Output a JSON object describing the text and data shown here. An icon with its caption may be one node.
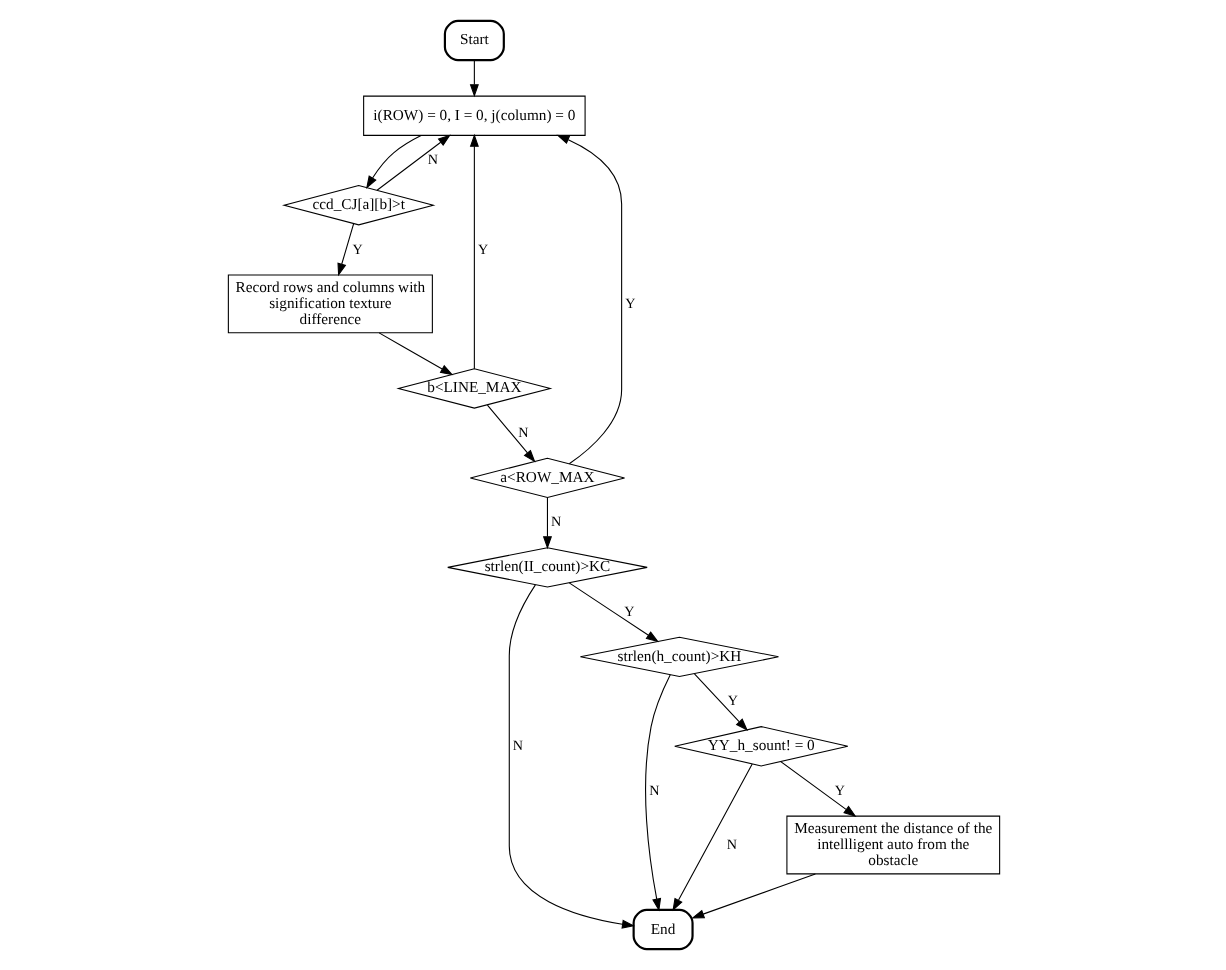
{
  "diagram": {
    "nodes": [
      {
        "text": [
          "Start"
        ]
      },
      {
        "text": [
          "i(ROW) = 0, I = 0, j(column) = 0"
        ]
      },
      {
        "text": [
          "ccd_CJ[a][b]>t"
        ]
      },
      {
        "text": [
          "Record rows and columns with signification texture difference"
        ]
      },
      {
        "text": [
          "b<LINE_MAX"
        ]
      },
      {
        "text": [
          "a<ROW_MAX"
        ]
      },
      {
        "text": [
          "End"
        ]
      },
      {
        "text": [
          "Measurement the distance of the intellligent auto from the obstacle"
        ]
      },
      {
        "text": [
          "YY_h_sount! = 0"
        ]
      },
      {
        "text": [
          "strlen(h_count)>KH"
        ]
      },
      {
        "text": [
          "strlen(II_count)>KC"
        ]
      }
    ],
    "edges": [
      {
        "from": 0,
        "to": 1,
        "arrow": "to"
      },
      {
        "from": 1,
        "to": 2,
        "arrow": "to"
      },
      {
        "from": 2,
        "to": 3,
        "arrow": "to",
        "label": "Y"
      },
      {
        "from": 2,
        "to": 1,
        "arrow": "to",
        "label": "N"
      },
      {
        "from": 3,
        "to": 4,
        "arrow": "to"
      },
      {
        "from": 4,
        "to": 1,
        "arrow": "to",
        "label": "Y"
      },
      {
        "from": 4,
        "to": 5,
        "arrow": "to",
        "label": "N"
      },
      {
        "from": 5,
        "to": 1,
        "arrow": "to",
        "label": "Y"
      },
      {
        "from": 5,
        "to": 10,
        "arrow": "to",
        "label": "N"
      },
      {
        "from": 10,
        "to": 9,
        "arrow": "to",
        "label": "Y"
      },
      {
        "from": 9,
        "to": 8,
        "arrow": "to",
        "label": "Y"
      },
      {
        "from": 8,
        "to": 7,
        "arrow": "to",
        "label": "Y"
      },
      {
        "from": 7,
        "to": 6,
        "arrow": "to"
      },
      {
        "from": 8,
        "to": 6,
        "arrow": "to",
        "label": "N"
      },
      {
        "from": 9,
        "to": 6,
        "arrow": "to",
        "label": "N"
      },
      {
        "from": 10,
        "to": 6,
        "arrow": "to",
        "label": "N"
      }
    ]
  }
}
